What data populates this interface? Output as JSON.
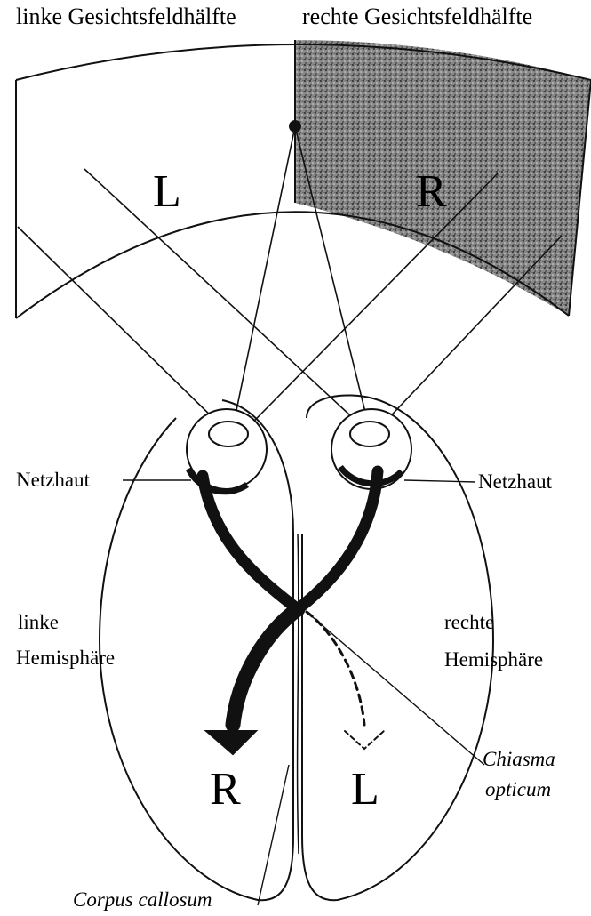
{
  "header": {
    "left_field": "linke Gesichtsfeldhälfte",
    "right_field": "rechte Gesichtsfeldhälfte"
  },
  "field": {
    "left_letter": "L",
    "right_letter": "R"
  },
  "labels": {
    "retina_left": "Netzhaut",
    "retina_right": "Netzhaut",
    "left_hemi_line1": "linke",
    "left_hemi_line2": "Hemisphäre",
    "right_hemi_line1": "rechte",
    "right_hemi_line2": "Hemisphäre",
    "chiasma_line1": "Chiasma",
    "chiasma_line2": "opticum",
    "corpus": "Corpus callosum"
  },
  "brain": {
    "left_letter": "R",
    "right_letter": "L"
  },
  "colors": {
    "ink": "#111111",
    "shade": "#6e6e6e"
  }
}
